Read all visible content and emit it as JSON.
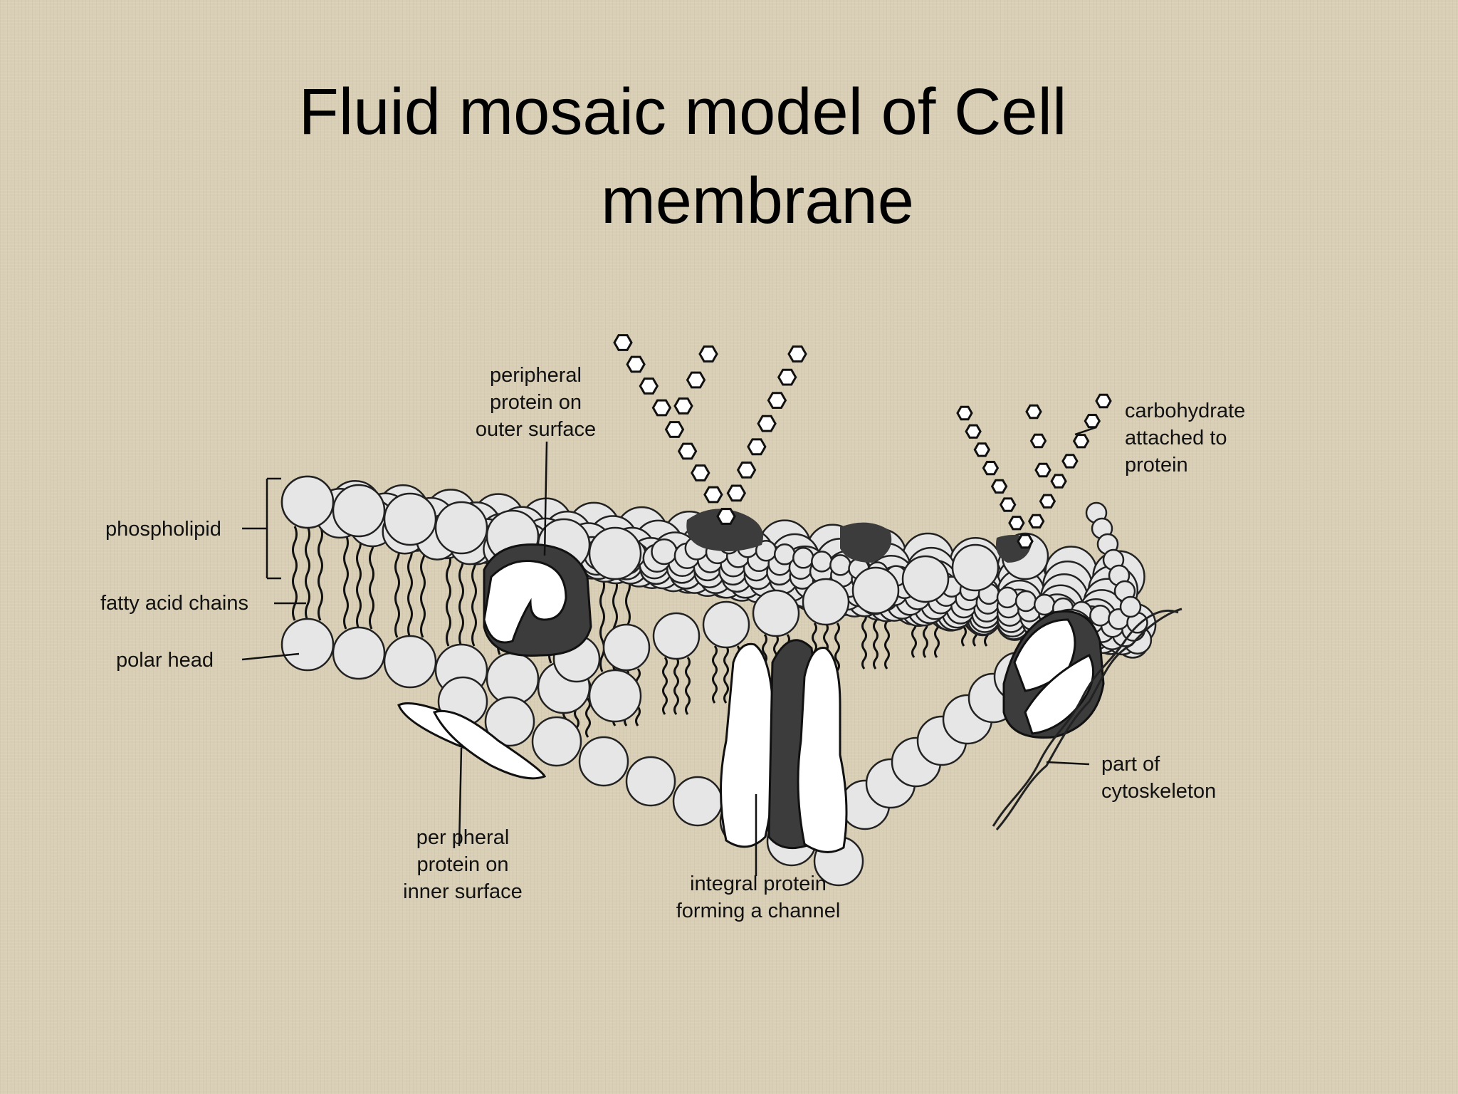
{
  "slide": {
    "title_line1": "Fluid mosaic model of Cell",
    "title_line2": "membrane"
  },
  "labels": {
    "phospholipid": "phospholipid",
    "fatty_acid_chains": "fatty acid chains",
    "polar_head": "polar head",
    "peripheral_outer": [
      "peripheral",
      "protein on",
      "outer surface"
    ],
    "carbohydrate": [
      "carbohydrate",
      "attached to",
      "protein"
    ],
    "cytoskeleton": [
      "part of",
      "cytoskeleton"
    ],
    "peripheral_inner": [
      "per pheral",
      "protein on",
      "inner surface"
    ],
    "integral_protein": [
      "integral protein",
      "forming a channel"
    ]
  },
  "colors": {
    "background": "#d9cfb6",
    "head_fill": "#e6e6e6",
    "head_stroke": "#222222",
    "protein_dark": "#3c3c3c",
    "protein_light": "#ffffff"
  }
}
